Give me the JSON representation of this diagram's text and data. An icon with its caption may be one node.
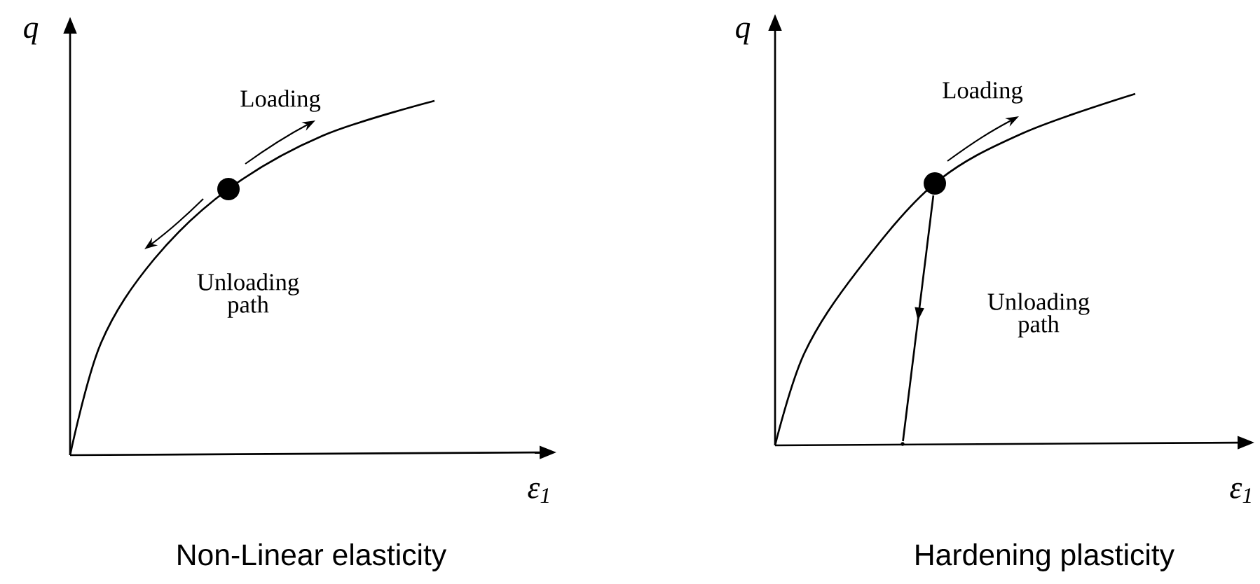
{
  "diagram": {
    "nodes": [
      {
        "text": [],
        "shape": "circle"
      },
      {
        "text": [],
        "shape": "circle"
      },
      {
        "text": [],
        "shape": "point"
      }
    ],
    "edges": [
      {
        "from": 1,
        "to": 2,
        "arrow": "to"
      }
    ],
    "labels": [
      "q",
      "ε$_{1}$",
      "Loading",
      "Unloading path",
      "Non-Linear elasticity",
      "q",
      "ε$_{1}$",
      "Loading",
      "Unloading path",
      "Hardening plasticity"
    ]
  }
}
